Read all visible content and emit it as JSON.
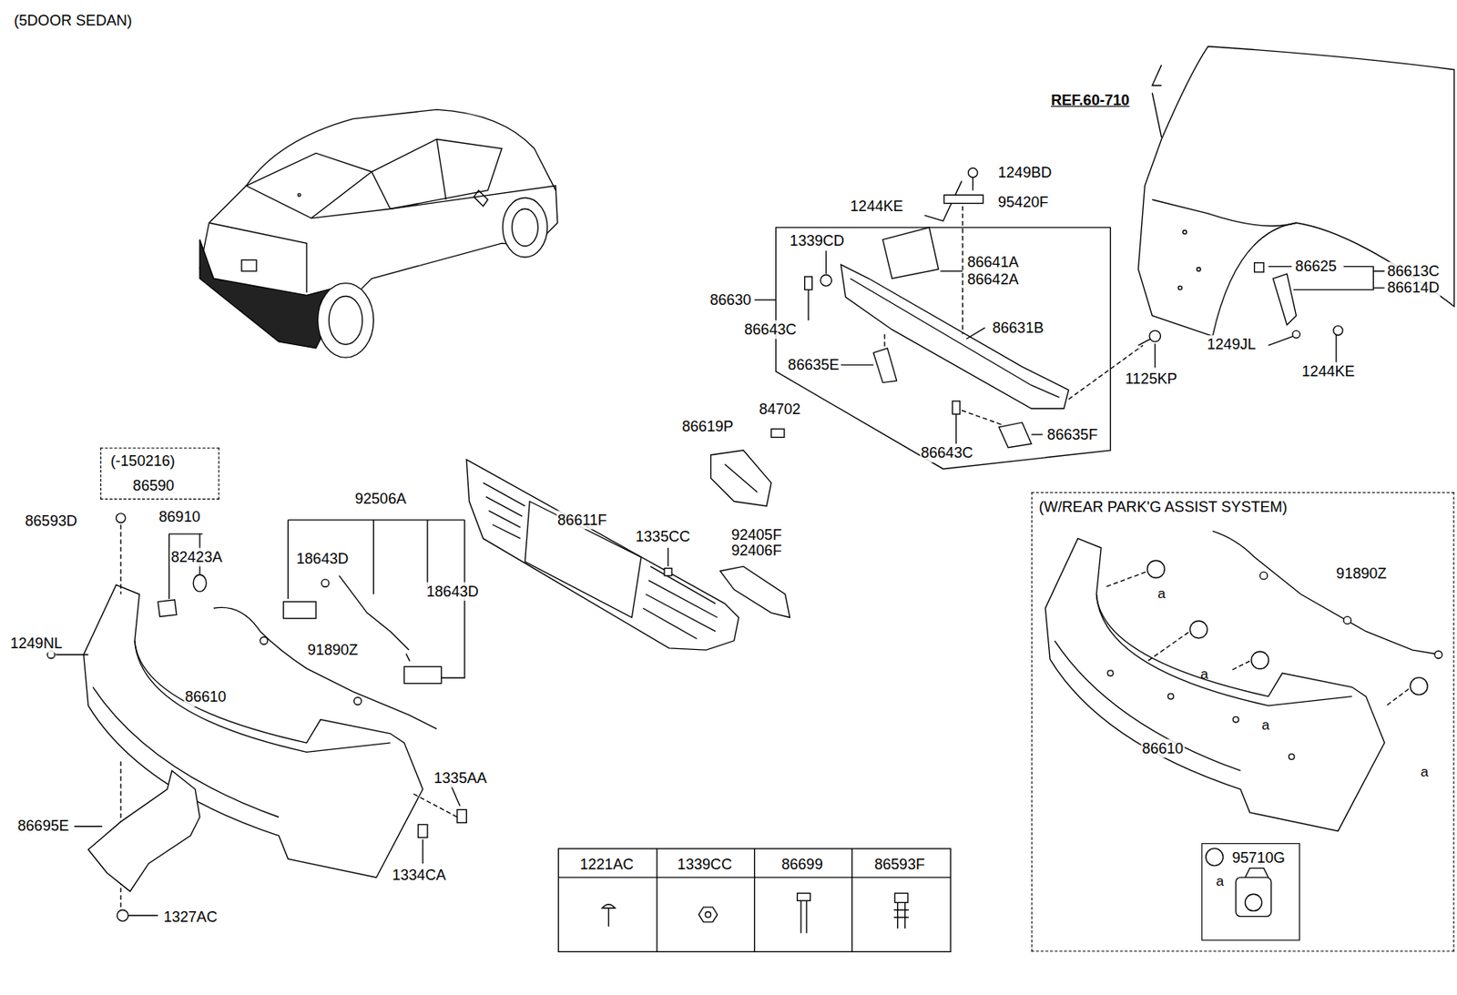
{
  "diagram": {
    "nodes": [
      {
        "text": [
          "(-150216)",
          "86590"
        ]
      },
      {
        "text": [
          "(W/REAR PARK'G ASSIST SYSTEM)"
        ]
      },
      {
        "text": [
          "a"
        ],
        "in": 1
      },
      {
        "text": [
          "a"
        ],
        "in": 1
      },
      {
        "text": [
          "a"
        ],
        "in": 1
      },
      {
        "text": [
          "a"
        ],
        "in": 1
      },
      {
        "text": [
          "95710G"
        ],
        "in": 1
      },
      {
        "text": [
          "a"
        ],
        "in": 6
      }
    ],
    "labels": [
      "(5DOOR SEDAN)",
      "REF.60-710",
      "1249BD",
      "95420F",
      "1244KE",
      "1339CD",
      "86641A",
      "86642A",
      "86630",
      "86643C",
      "86631B",
      "86635E",
      "1125KP",
      "86643C",
      "86635F",
      "86625",
      "86613C",
      "86614D",
      "1249JL",
      "1244KE",
      "84702",
      "86619P",
      "86593D",
      "86910",
      "82423A",
      "92506A",
      "18643D",
      "18643D",
      "1249NL",
      "91890Z",
      "86610",
      "86611F",
      "1335CC",
      "92405F",
      "92406F",
      "1335AA",
      "86695E",
      "1334CA",
      "1327AC",
      "1221AC",
      "1339CC",
      "86699",
      "86593F",
      "91890Z",
      "86610"
    ]
  }
}
